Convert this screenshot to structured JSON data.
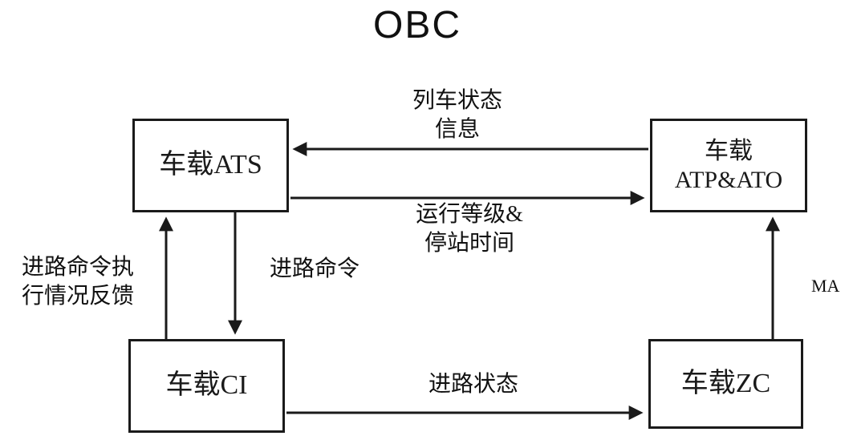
{
  "title": "OBC",
  "colors": {
    "line": "#1a1a1a",
    "background": "#ffffff"
  },
  "nodes": {
    "ats": {
      "label": "车载ATS"
    },
    "atp_ato": {
      "line1": "车载",
      "line2": "ATP&ATO"
    },
    "ci": {
      "label": "车载CI"
    },
    "zc": {
      "label": "车载ZC"
    }
  },
  "edges": {
    "train_status": {
      "from": "atp_ato",
      "to": "ats",
      "line1": "列车状态",
      "line2": "信息"
    },
    "run_level": {
      "from": "ats",
      "to": "atp_ato",
      "line1": "运行等级&",
      "line2": "停站时间"
    },
    "route_command": {
      "from": "ats",
      "to": "ci",
      "label": "进路命令"
    },
    "route_feedback": {
      "from": "ci",
      "to": "ats",
      "line1": "进路命令执",
      "line2": "行情况反馈"
    },
    "route_status": {
      "from": "ci",
      "to": "zc",
      "label": "进路状态"
    },
    "ma": {
      "from": "zc",
      "to": "atp_ato",
      "label": "MA"
    }
  }
}
